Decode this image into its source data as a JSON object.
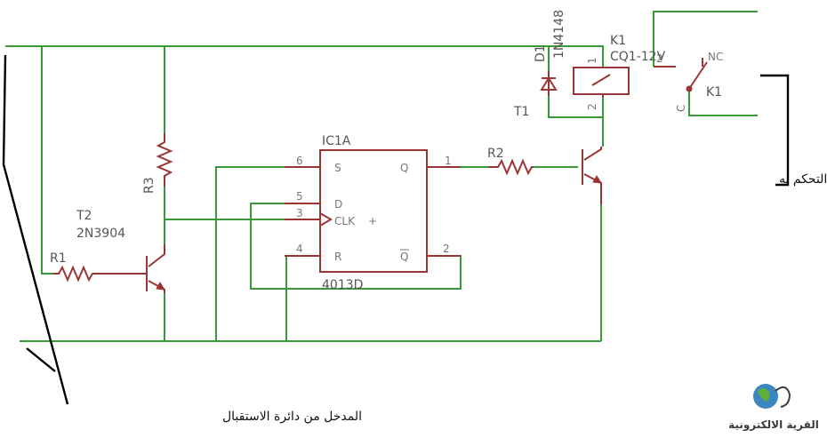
{
  "components": {
    "ic": {
      "name": "IC1A",
      "part": "4013D",
      "pins": {
        "S": "S",
        "D": "D",
        "CLK": "CLK",
        "R": "R",
        "Q": "Q",
        "QBAR": "Q",
        "plus": "+"
      }
    },
    "ic_pins": {
      "p6": "6",
      "p5": "5",
      "p3": "3",
      "p4": "4",
      "p1": "1",
      "p2": "2"
    },
    "r1": "R1",
    "r2": "R2",
    "r3": "R3",
    "t1": "T1",
    "t2_name": "T2",
    "t2_part": "2N3904",
    "diode_name": "D1",
    "diode_part": "1N4148",
    "relay_name": "K1",
    "relay_part": "CQ1-12V",
    "relay_pins": {
      "p1": "1",
      "p2": "2"
    },
    "switch_name": "K1",
    "switch_labels": {
      "nc": "NC",
      "c": "C",
      "no_pin": "2"
    }
  },
  "annotations": {
    "input_label": "المدخل من دائرة الاستقبال",
    "device_label": "الجهاز المراد التحكم به"
  },
  "logo": {
    "text": "القرية الالكترونية"
  },
  "colors": {
    "wire": "#3a9a3a",
    "component": "#9b3434",
    "annotation": "#000000"
  }
}
